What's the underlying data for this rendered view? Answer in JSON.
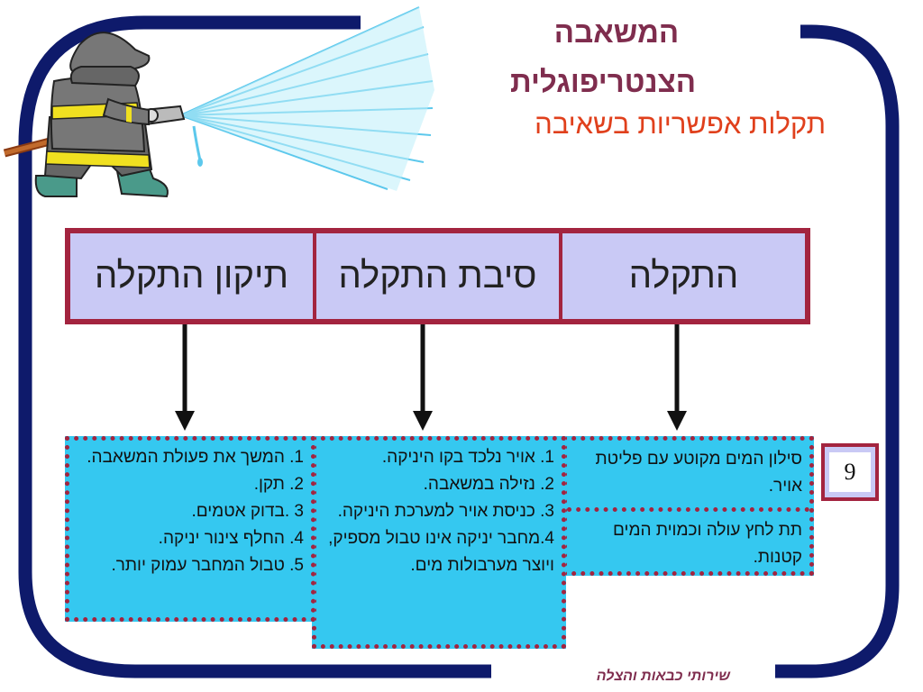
{
  "title": {
    "line1": "המשאבה",
    "line2": "הצנטריפוגלית",
    "subtitle": "תקלות אפשריות בשאיבה"
  },
  "header": {
    "fault": "התקלה",
    "cause": "סיבת התקלה",
    "fix": "תיקון התקלה"
  },
  "fault_box": {
    "item1": "סילון המים מקוטע עם פליטת אויר.",
    "item2": "תת לחץ עולה וכמוית המים קטנות."
  },
  "cause_box": {
    "items": [
      "1. אויר נלכד בקו היניקה.",
      "2. נזילה במשאבה.",
      "3. כניסת אויר למערכת היניקה.",
      "4.מחבר יניקה אינו טבול מספיק, ויוצר מערבולות מים."
    ]
  },
  "fix_box": {
    "items": [
      "1. המשך את פעולת המשאבה.",
      "2. תקן.",
      "3 .בדוק אטמים.",
      "4. החלף צינור יניקה.",
      "5. טבול המחבר עמוק יותר."
    ]
  },
  "page_number": "9",
  "footer": "שירותי כבאות והצלה",
  "icons": {
    "illustration": "firefighter-with-hose-icon"
  },
  "colors": {
    "frame": "#0e1a6b",
    "title": "#7f2d4e",
    "subtitle": "#e0401c",
    "header_fill": "#c9c9f5",
    "border": "#a3243f",
    "box_fill": "#35c8f0"
  }
}
